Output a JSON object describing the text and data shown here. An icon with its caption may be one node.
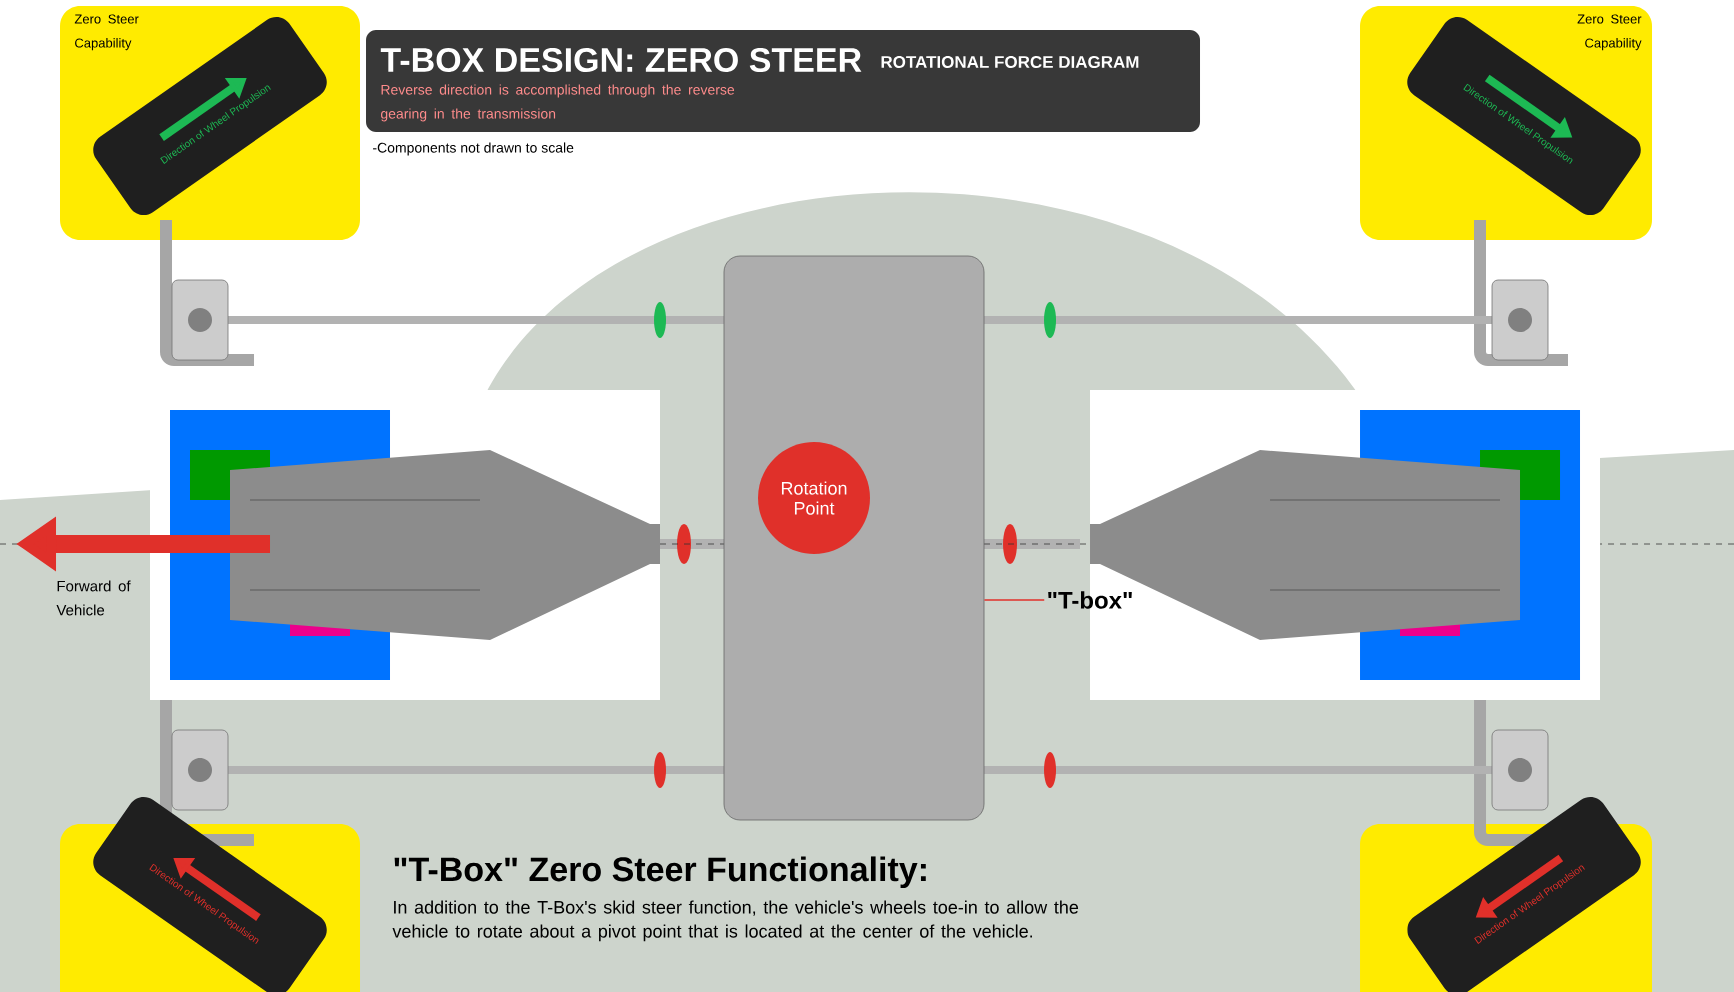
{
  "diagram": {
    "title": "T-BOX DESIGN: ZERO STEER",
    "nodes": [
      {
        "text": [
          "Direction of Wheel Propulsion"
        ]
      },
      {
        "text": [
          "Direction of Wheel Propulsion"
        ]
      },
      {
        "text": [],
        "shape": "box"
      },
      {
        "text": [
          "Rotation Point"
        ],
        "in": 2
      },
      {
        "text": [
          "\"T-box\""
        ]
      },
      {
        "text": [
          "Direction of Wheel Propulsion"
        ]
      },
      {
        "text": [
          "Direction of Wheel Propulsion"
        ]
      }
    ],
    "edges": [
      {
        "from": 4,
        "to": 2,
        "arrow": "none"
      }
    ],
    "labels": [
      "ROTATIONAL FORCE DIAGRAM",
      "Reverse direction is accomplished through the reverse gearing in the transmission",
      "-Components not drawn to scale",
      "Zero Steer Capability",
      "Zero Steer Capability",
      "Forward of Vehicle",
      "\"T-Box\" Zero Steer Functionality:",
      "In addition to the T-Box's skid steer function, the vehicle's wheels toe-in to allow the vehicle to rotate about a pivot point that is located at the center of the vehicle."
    ]
  }
}
